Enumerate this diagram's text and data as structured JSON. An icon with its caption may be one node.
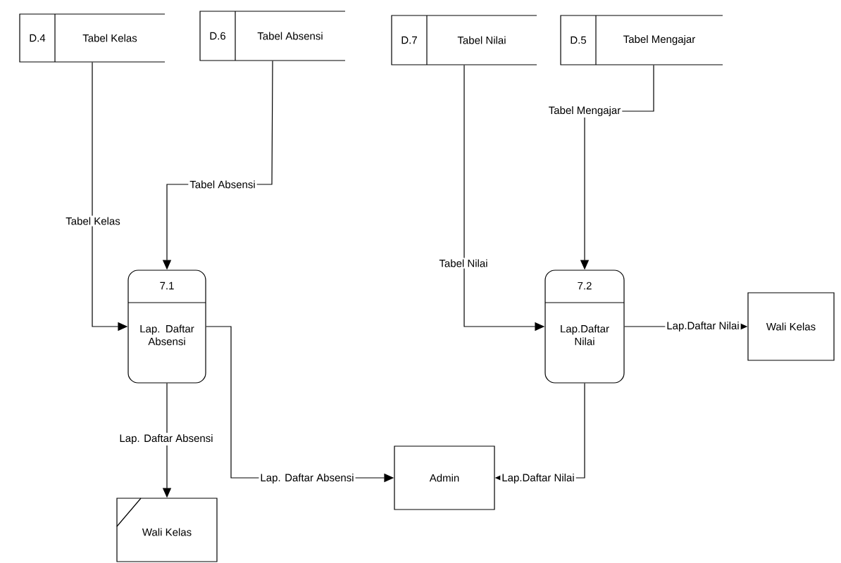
{
  "diagram": {
    "nodes": [
      {
        "text": [
          "D.4",
          "Tabel Kelas"
        ]
      },
      {
        "text": [
          "D.6",
          "Tabel Absensi"
        ]
      },
      {
        "text": [
          "D.7",
          "Tabel Nilai"
        ]
      },
      {
        "text": [
          "D.5",
          "Tabel Mengajar"
        ]
      },
      {
        "text": [
          "7.1",
          "Lap. Daftar Absensi"
        ]
      },
      {
        "text": [
          "7.2",
          "Lap.Daftar Nilai"
        ]
      },
      {
        "text": [
          "Wali Kelas"
        ]
      },
      {
        "text": [
          "Admin"
        ]
      },
      {
        "text": [
          "Wali Kelas"
        ]
      }
    ],
    "edges": [
      {
        "from": 0,
        "to": 4,
        "arrow": "to",
        "label": "Tabel Kelas"
      },
      {
        "from": 1,
        "to": 4,
        "arrow": "to",
        "label": "Tabel Absensi"
      },
      {
        "from": 2,
        "to": 5,
        "arrow": "to",
        "label": "Tabel Nilai"
      },
      {
        "from": 3,
        "to": 5,
        "arrow": "to",
        "label": "Tabel Mengajar"
      },
      {
        "from": 5,
        "to": 6,
        "arrow": "to",
        "label": "Lap.Daftar Nilai"
      },
      {
        "from": 4,
        "to": 8,
        "arrow": "to",
        "label": "Lap. Daftar Absensi"
      },
      {
        "from": 4,
        "to": 7,
        "arrow": "to",
        "label": "Lap. Daftar Absensi"
      },
      {
        "from": 5,
        "to": 7,
        "arrow": "to",
        "label": "Lap.Daftar Nilai"
      }
    ]
  }
}
